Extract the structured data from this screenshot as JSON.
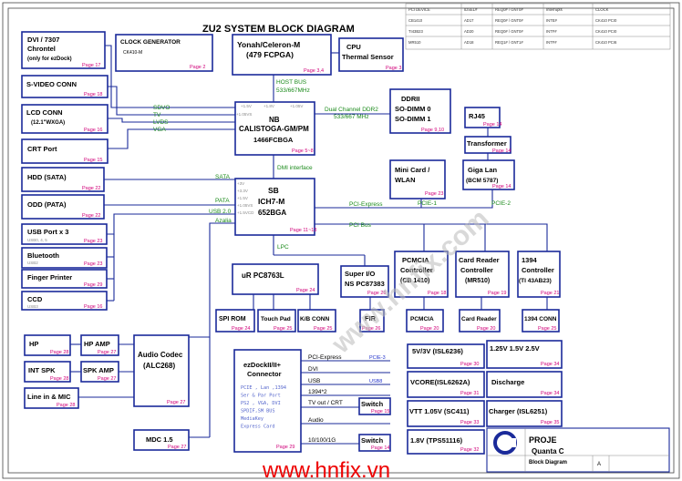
{
  "title": "ZU2 SYSTEM BLOCK DIAGRAM",
  "watermark": "www.hnfix.com",
  "footer_url": "www.hnfix.vn",
  "colors": {
    "box": "#1a2a9a",
    "page": "#d0007a",
    "bus": "#1a8a1a",
    "blue": "#2233cc",
    "url": "#ee0000"
  },
  "table": {
    "rows": [
      [
        "PCI DEVICE",
        "IDSEL#",
        "REQ0# / GNT0#",
        "Interrupts",
        "CLOCK"
      ],
      [
        "CB1410",
        "AD17",
        "REQ0# / GNT0#",
        "INTE#",
        "CK410 PCI0"
      ],
      [
        "TI43B23",
        "AD20",
        "REQ0# / GNT0#",
        "INTF#",
        "CK410 PCI0"
      ],
      [
        "MR510",
        "AD18",
        "REQ1# / GNT1#",
        "INTF#",
        "CK410 PCI6"
      ]
    ]
  },
  "blocks": {
    "dvi": {
      "l1": "DVI / 7307",
      "l2": "Chrontel",
      "l3": "(only for ezDock)",
      "page": "Page 17"
    },
    "clock": {
      "l1": "CLOCK GENERATOR",
      "l2": "CK410-M",
      "page": "Page 2"
    },
    "cpu": {
      "l1": "Yonah/Celeron-M",
      "l2": "(479 FCPGA)",
      "page": "Page 3,4"
    },
    "sensor": {
      "l1": "CPU",
      "l2": "Thermal Sensor",
      "page": "Page 3"
    },
    "svideo": {
      "l1": "S-VIDEO CONN",
      "page": "Page 18"
    },
    "lcd": {
      "l1": "LCD CONN",
      "l2": "(12.1\"WXGA)",
      "page": "Page 16"
    },
    "crt": {
      "l1": "CRT Port",
      "page": "Page 15"
    },
    "nb": {
      "l1": "NB",
      "l2": "CALISTOGA-GM/PM",
      "l3": "1466FCBGA",
      "page": "Page 5~8",
      "v1": "+1.5V",
      "v2": "+1.8V",
      "v3": "+1.05V",
      "v4": "+1.05VS"
    },
    "ddr": {
      "l1": "DDRII",
      "l2": "SO-DIMM 0",
      "l3": "SO-DIMM 1",
      "page": "Page 9,10"
    },
    "rj45": {
      "l1": "RJ45",
      "page": "Page 14"
    },
    "transformer": {
      "l1": "Transformer",
      "page": "Page 14"
    },
    "minicard": {
      "l1": "Mini Card /",
      "l2": "WLAN",
      "page": "Page 23",
      "sub": "PCIE-1"
    },
    "gigalan": {
      "l1": "Giga Lan",
      "l2": "(BCM 5787)",
      "page": "Page 14",
      "sub": "PCIE-2"
    },
    "hdd": {
      "l1": "HDD (SATA)",
      "page": "Page 22"
    },
    "odd": {
      "l1": "ODD (PATA)",
      "page": "Page 22"
    },
    "usb": {
      "l1": "USB Port x 3",
      "sub": "USB0, 4, 5",
      "page": "Page 23"
    },
    "bt": {
      "l1": "Bluetooth",
      "sub": "USB2",
      "page": "Page 23"
    },
    "finger": {
      "l1": "Finger Printer",
      "page": "Page 29"
    },
    "ccd": {
      "l1": "CCD",
      "sub": "USB3",
      "page": "Page 16"
    },
    "sb": {
      "l1": "SB",
      "l2": "ICH7-M",
      "l3": "652BGA",
      "page": "Page 11~13",
      "v1": "+3V",
      "v2": "+3.3V",
      "v3": "+1.5V",
      "v4": "+1.05VS",
      "v5": "+1.5VCD"
    },
    "ur": {
      "l1": "uR PC8763L",
      "page": "Page 24"
    },
    "superio": {
      "l1": "Super I/O",
      "l2": "NS PC87383",
      "page": "Page 26"
    },
    "pcmcia": {
      "l1": "PCMCIA",
      "l2": "Controller",
      "l3": "(CB 1410)",
      "page": "Page 18"
    },
    "cardreader": {
      "l1": "Card Reader",
      "l2": "Controller",
      "l3": "(MR510)",
      "page": "Page 19"
    },
    "c1394": {
      "l1": "1394",
      "l2": "Controller",
      "l3": "(TI 43AB23)",
      "page": "Page 21"
    },
    "spirom": {
      "l1": "SPI ROM",
      "page": "Page 24"
    },
    "touchpad": {
      "l1": "Touch Pad",
      "page": "Page 25"
    },
    "kbconn": {
      "l1": "K/B CONN",
      "page": "Page 25"
    },
    "fir": {
      "l1": "FIR",
      "page": "Page 26"
    },
    "pcmciaslot": {
      "l1": "PCMCIA",
      "page": "Page 20"
    },
    "cardreaderslot": {
      "l1": "Card Reader",
      "page": "Page 20"
    },
    "c1394conn": {
      "l1": "1394 CONN",
      "page": "Page 25"
    },
    "hp": {
      "l1": "HP",
      "page": "Page 28"
    },
    "hpamp": {
      "l1": "HP AMP",
      "page": "Page 27"
    },
    "intspk": {
      "l1": "INT SPK",
      "page": "Page 28"
    },
    "spkamp": {
      "l1": "SPK AMP",
      "page": "Page 27"
    },
    "linein": {
      "l1": "Line in & MIC",
      "page": "Page 28"
    },
    "codec": {
      "l1": "Audio Codec",
      "l2": "(ALC268)",
      "page": "Page 27"
    },
    "mdc": {
      "l1": "MDC 1.5",
      "page": "Page 27"
    },
    "ezdock": {
      "l1": "ezDockII/II+",
      "l2": "Connector",
      "page": "Page 29",
      "list": [
        "PCIE , Lan ,1394",
        "Ser & Par Port",
        "PS2 , VGA, DVI",
        "SPDIF,SM BUS",
        "MediaKey",
        "Express Card"
      ]
    },
    "pw1": {
      "l1": "5V/3V (ISL6236)",
      "page": "Page 30"
    },
    "pw2": {
      "l1": "1.25V 1.5V 2.5V",
      "page": "Page 34"
    },
    "pw3": {
      "l1": "VCORE(ISL6262A)",
      "page": "Page 31"
    },
    "pw4": {
      "l1": "Discharge",
      "page": "Page 34"
    },
    "pw5": {
      "l1": "VTT 1.05V (SC411)",
      "page": "Page 33"
    },
    "pw6": {
      "l1": "Charger (ISL6251)",
      "page": "Page 35"
    },
    "pw7": {
      "l1": "1.8V (TPS51116)",
      "page": "Page 32"
    },
    "switch1": {
      "l1": "Switch",
      "page": "Page 15"
    },
    "switch2": {
      "l1": "Switch",
      "page": "Page 14"
    }
  },
  "buses": {
    "hostbus": "HOST BUS",
    "hostfreq": "533/667MHz",
    "sdvo": "SDVO",
    "tv": "TV",
    "lvds": "LVDS",
    "vga": "VGA",
    "ddr2": "Dual Channel DDR2",
    "ddr2freq": "533/667 MHz",
    "dmi": "DMI interface",
    "sata": "SATA",
    "pata": "PATA",
    "usb20": "USB 2.0",
    "azalia": "Azalia",
    "pciexpress": "PCI-Express",
    "pcibus": "PCI Bus",
    "lpc": "LPC",
    "ez_pcie": "PCI-Express",
    "ez_pcie_tag": "PCIE-3",
    "ez_dvi": "DVI",
    "ez_usb": "USB",
    "ez_usb_tag": "USB8",
    "ez_1394": "1394*2",
    "ez_tv": "TV out / CRT",
    "ez_audio": "Audio",
    "ez_lan": "10/100/1G"
  },
  "titleblock": {
    "l1": "PROJE",
    "l2": "Quanta C",
    "l3": "Block Diagram",
    "size": "A"
  }
}
